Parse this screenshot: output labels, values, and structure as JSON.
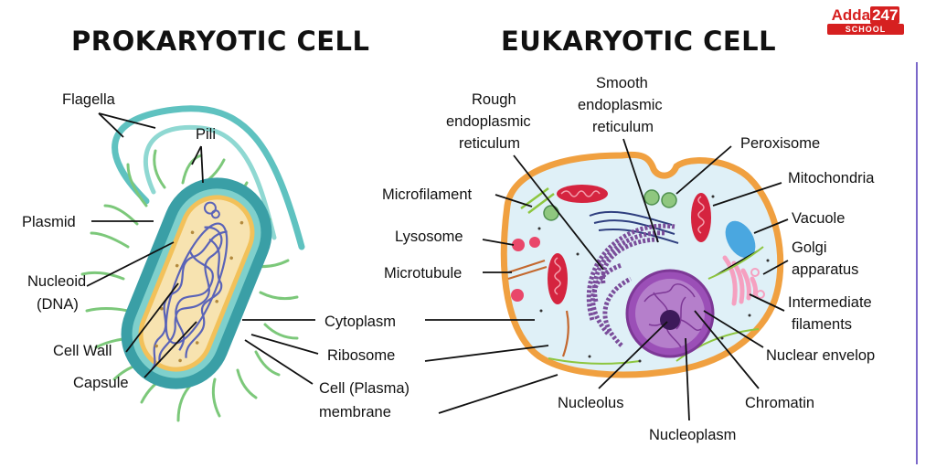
{
  "titles": {
    "prokaryotic": "PROKARYOTIC CELL",
    "eukaryotic": "EUKARYOTIC CELL"
  },
  "logo": {
    "brand": "Adda",
    "number": "247",
    "sub": "SCHOOL"
  },
  "prokaryotic_labels": {
    "flagella": "Flagella",
    "pili": "Pili",
    "plasmid": "Plasmid",
    "nucleoid_1": "Nucleoid",
    "nucleoid_2": "(DNA)",
    "cell_wall": "Cell Wall",
    "capsule": "Capsule",
    "cytoplasm": "Cytoplasm",
    "ribosome": "Ribosome",
    "membrane_1": "Cell (Plasma)",
    "membrane_2": "membrane"
  },
  "eukaryotic_labels": {
    "rough_er_1": "Rough",
    "rough_er_2": "endoplasmic",
    "rough_er_3": "reticulum",
    "smooth_er_1": "Smooth",
    "smooth_er_2": "endoplasmic",
    "smooth_er_3": "reticulum",
    "peroxisome": "Peroxisome",
    "mitochondria": "Mitochondria",
    "microfilament": "Microfilament",
    "vacuole": "Vacuole",
    "lysosome": "Lysosome",
    "golgi_1": "Golgi",
    "golgi_2": "apparatus",
    "microtubule": "Microtubule",
    "intermediate_1": "Intermediate",
    "intermediate_2": "filaments",
    "nuclear_envelope": "Nuclear envelop",
    "chromatin": "Chromatin",
    "nucleolus": "Nucleolus",
    "nucleoplasm": "Nucleoplasm"
  },
  "colors": {
    "accent_line": "#7b68c9",
    "logo_red": "#d62020",
    "capsule_teal": "#3a9fa6",
    "pili_green": "#7cc87a",
    "cell_orange": "#f0a040",
    "cytoplasm_blue": "#dff0f7",
    "nucleus_purple": "#9b4fb7",
    "mito_red": "#d5243f"
  }
}
